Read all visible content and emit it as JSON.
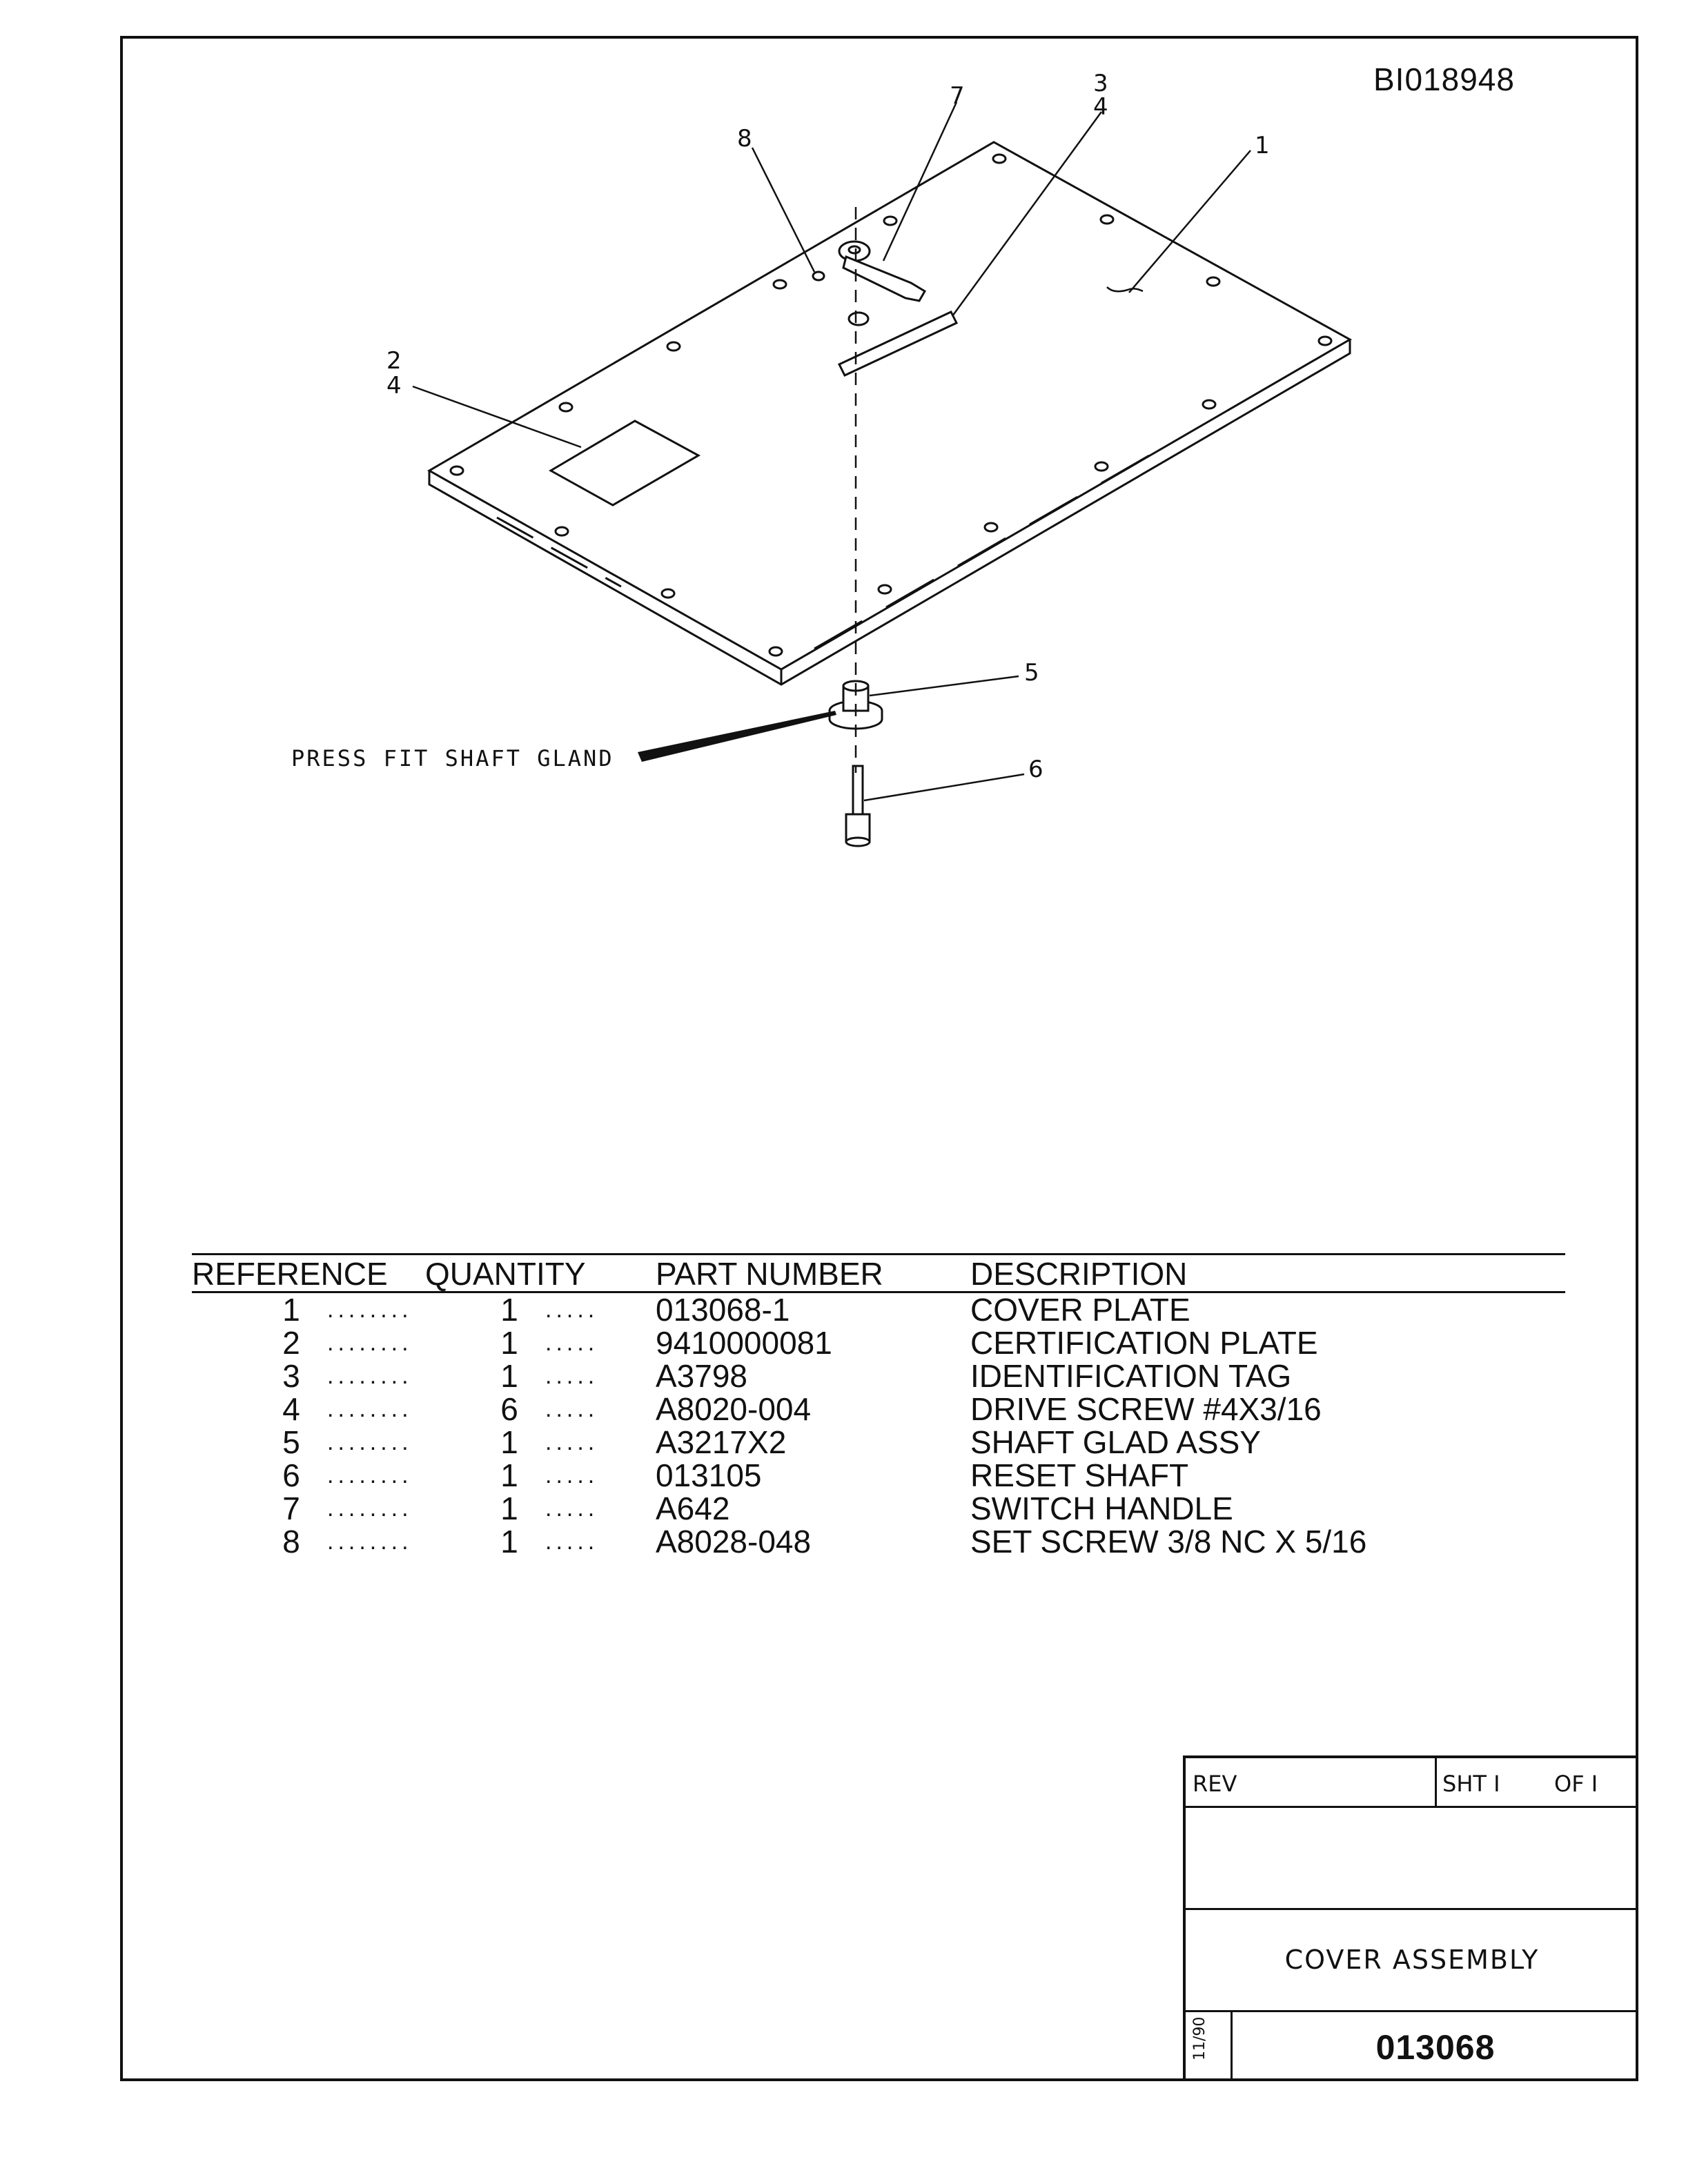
{
  "drawing_id": "BI018948",
  "callouts": [
    "1",
    "2",
    "4",
    "3",
    "4",
    "5",
    "6",
    "7",
    "8"
  ],
  "note": "PRESS FIT SHAFT GLAND",
  "table": {
    "headers": {
      "reference": "REFERENCE",
      "quantity": "QUANTITY",
      "part_number": "PART NUMBER",
      "description": "DESCRIPTION"
    },
    "rows": [
      {
        "ref": "1",
        "qty": "1",
        "part": "013068-1",
        "desc": "COVER PLATE"
      },
      {
        "ref": "2",
        "qty": "1",
        "part": "9410000081",
        "desc": "CERTIFICATION PLATE"
      },
      {
        "ref": "3",
        "qty": "1",
        "part": "A3798",
        "desc": "IDENTIFICATION TAG"
      },
      {
        "ref": "4",
        "qty": "6",
        "part": "A8020-004",
        "desc": "DRIVE SCREW #4X3/16"
      },
      {
        "ref": "5",
        "qty": "1",
        "part": "A3217X2",
        "desc": "SHAFT GLAD ASSY"
      },
      {
        "ref": "6",
        "qty": "1",
        "part": "013105",
        "desc": "RESET SHAFT"
      },
      {
        "ref": "7",
        "qty": "1",
        "part": "A642",
        "desc": "SWITCH HANDLE"
      },
      {
        "ref": "8",
        "qty": "1",
        "part": "A8028-048",
        "desc": "SET SCREW 3/8 NC X 5/16"
      }
    ]
  },
  "title_block": {
    "rev_label": "REV",
    "sht_label": "SHT I",
    "of_label": "OF I",
    "title": "COVER ASSEMBLY",
    "date": "11/90",
    "drawing_number": "013068"
  }
}
